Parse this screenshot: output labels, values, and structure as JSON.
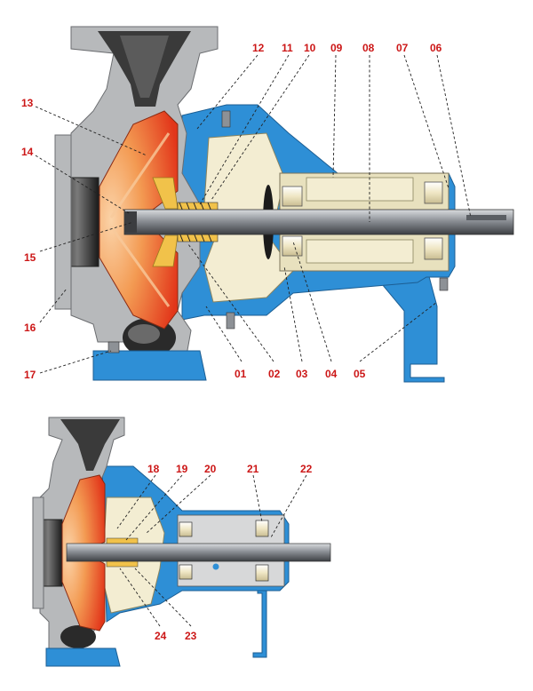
{
  "colors": {
    "casing_gray": "#b7b9bb",
    "casing_edge": "#6b6d70",
    "frame_blue": "#2e8fd6",
    "impeller_red": "#e53a17",
    "impeller_orange": "#f6a15a",
    "mech_yellow": "#f1c24a",
    "bearing_cream": "#f3edd2",
    "shaft_gray": "#8d9196",
    "dark": "#1b1b1b",
    "label_red": "#cc1717"
  },
  "icons": [
    "impeller",
    "shaft",
    "mechanical-seal",
    "bearing",
    "bracket-foot",
    "volute-casing"
  ],
  "top_labels": [
    "01",
    "02",
    "03",
    "04",
    "05",
    "06",
    "07",
    "08",
    "09",
    "10",
    "11",
    "12",
    "13",
    "14",
    "15",
    "16",
    "17"
  ],
  "bottom_labels": [
    "18",
    "19",
    "20",
    "21",
    "22",
    "23",
    "24"
  ]
}
